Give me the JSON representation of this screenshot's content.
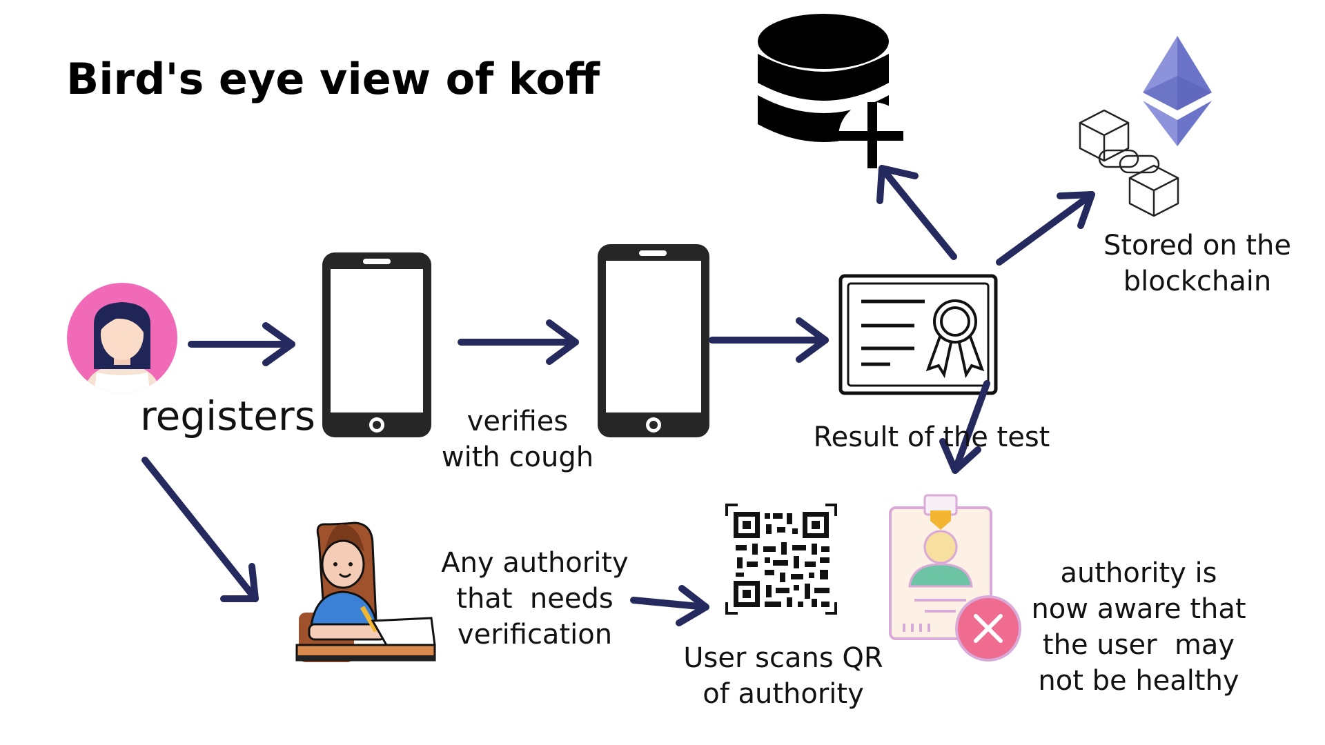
{
  "title": "Bird's eye view of koff",
  "labels": {
    "registers": "registers",
    "verifies": [
      "verifies",
      "with cough"
    ],
    "result": "Result of the test",
    "blockchain": [
      "Stored on the",
      "blockchain"
    ],
    "authority": [
      "Any authority",
      "that  needs",
      "verification"
    ],
    "scan": [
      "User scans QR",
      "of authority"
    ],
    "aware": [
      "authority is",
      "now aware that",
      "the user  may",
      "not be healthy"
    ]
  },
  "icons": {
    "user": "user-avatar-icon",
    "phone": "smartphone-icon",
    "certificate": "certificate-icon",
    "database": "database-add-icon",
    "blockchain": "blockchain-icon",
    "ethereum": "ethereum-icon",
    "officer": "authority-officer-icon",
    "qr": "qr-code-icon",
    "badge": "id-badge-rejected-icon"
  },
  "colors": {
    "arrow": "#252a5e",
    "avatar_bg": "#f06ab8",
    "ethereum": "#6b74c9",
    "reject": "#ef6b8f",
    "badge_frame": "#d9a9d7"
  }
}
